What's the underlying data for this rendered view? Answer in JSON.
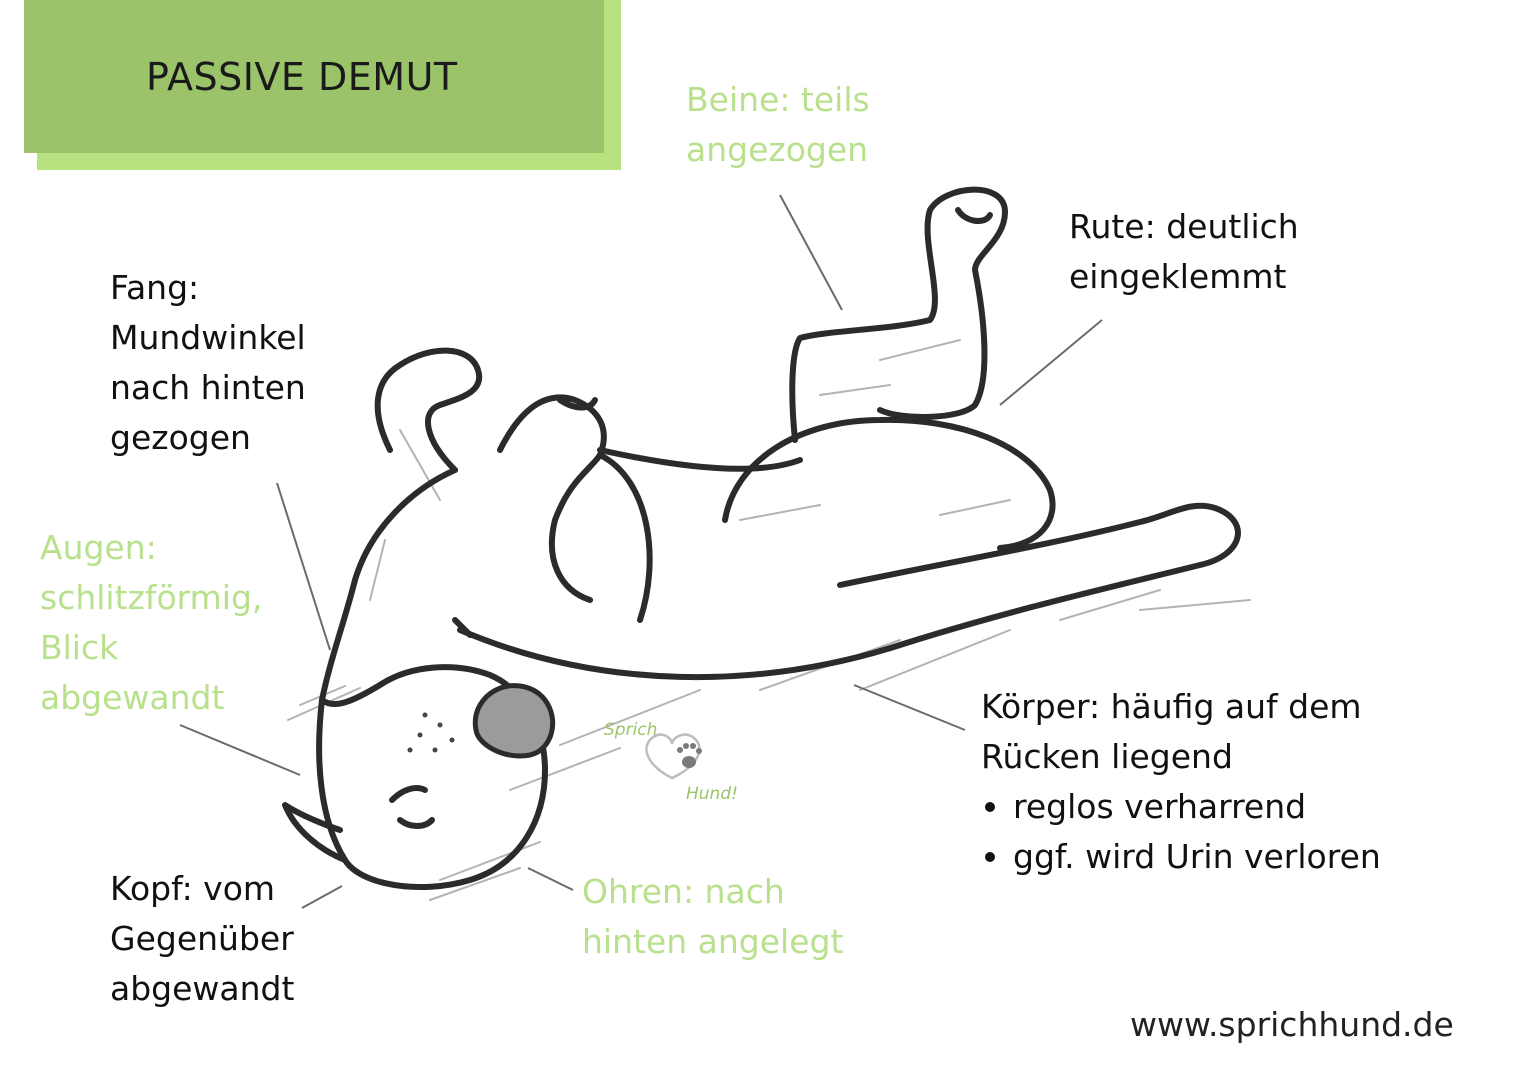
{
  "title": "PASSIVE DEMUT",
  "colors": {
    "title_box": "#9bc46a",
    "title_shadow": "#b6e27f",
    "green_text": "#b9e08d",
    "dark_text": "#111111"
  },
  "labels": {
    "beine": [
      "Beine: teils",
      "angezogen"
    ],
    "rute": [
      "Rute: deutlich",
      "eingeklemmt"
    ],
    "fang": [
      "Fang:",
      "Mundwinkel",
      "nach hinten",
      "gezogen"
    ],
    "augen": [
      "Augen:",
      "schlitzförmig,",
      "Blick",
      "abgewandt"
    ],
    "kopf": [
      "Kopf: vom",
      "Gegenüber",
      "abgewandt"
    ],
    "ohren": [
      "Ohren: nach",
      "hinten angelegt"
    ],
    "koerper": {
      "lines": [
        "Körper: häufig auf dem",
        "Rücken liegend"
      ],
      "bullets": [
        "reglos verharrend",
        "ggf. wird Urin verloren"
      ]
    }
  },
  "logo": {
    "top": "Sprich",
    "bottom": "Hund!",
    "icon": "paw-heart-icon"
  },
  "website": "www.sprichhund.de"
}
